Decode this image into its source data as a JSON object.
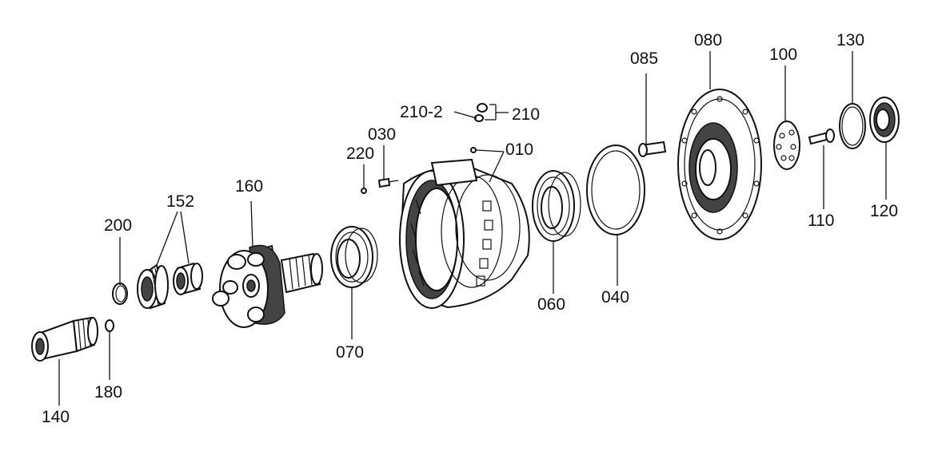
{
  "labels": {
    "p010": "010",
    "p030": "030",
    "p040": "040",
    "p060": "060",
    "p070": "070",
    "p080": "080",
    "p085": "085",
    "p100": "100",
    "p110": "110",
    "p120": "120",
    "p130": "130",
    "p140": "140",
    "p152": "152",
    "p160": "160",
    "p180": "180",
    "p200": "200",
    "p210": "210",
    "p210_2": "210-2",
    "p220": "220"
  }
}
